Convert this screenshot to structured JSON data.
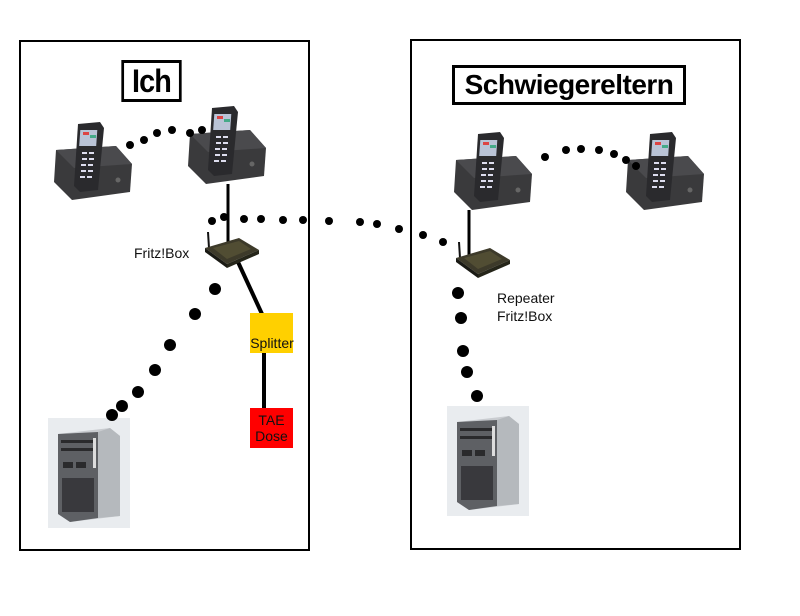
{
  "zones": [
    {
      "id": "left",
      "title": "Ich",
      "devices": {
        "phone_1": "cordless-phone",
        "phone_2": "cordless-phone",
        "router": "fritzbox-router",
        "computer": "tower-pc"
      },
      "labels": {
        "router": "Fritz!Box",
        "splitter": "Splitter",
        "tae_line1": "TAE",
        "tae_line2": "Dose"
      }
    },
    {
      "id": "right",
      "title": "Schwiegereltern",
      "devices": {
        "phone_1": "cordless-phone",
        "phone_2": "cordless-phone",
        "router": "fritzbox-repeater",
        "computer": "tower-pc"
      },
      "labels": {
        "repeater_line1": "Repeater",
        "repeater_line2": "Fritz!Box"
      }
    }
  ],
  "colors": {
    "splitter": "#ffd000",
    "tae": "#ff0000",
    "line": "#000000"
  },
  "connections": [
    {
      "from": "left.phone_1",
      "to": "left.phone_2",
      "type": "wireless"
    },
    {
      "from": "left.phone_2",
      "to": "left.router",
      "type": "wired"
    },
    {
      "from": "left.router",
      "to": "right.router",
      "type": "wireless"
    },
    {
      "from": "left.router",
      "to": "left.splitter",
      "type": "wired"
    },
    {
      "from": "left.splitter",
      "to": "left.tae",
      "type": "wired"
    },
    {
      "from": "left.router",
      "to": "left.computer",
      "type": "wireless"
    },
    {
      "from": "right.phone_1",
      "to": "right.phone_2",
      "type": "wireless"
    },
    {
      "from": "right.phone_1",
      "to": "right.router",
      "type": "wired"
    },
    {
      "from": "right.router",
      "to": "right.computer",
      "type": "wireless"
    }
  ]
}
